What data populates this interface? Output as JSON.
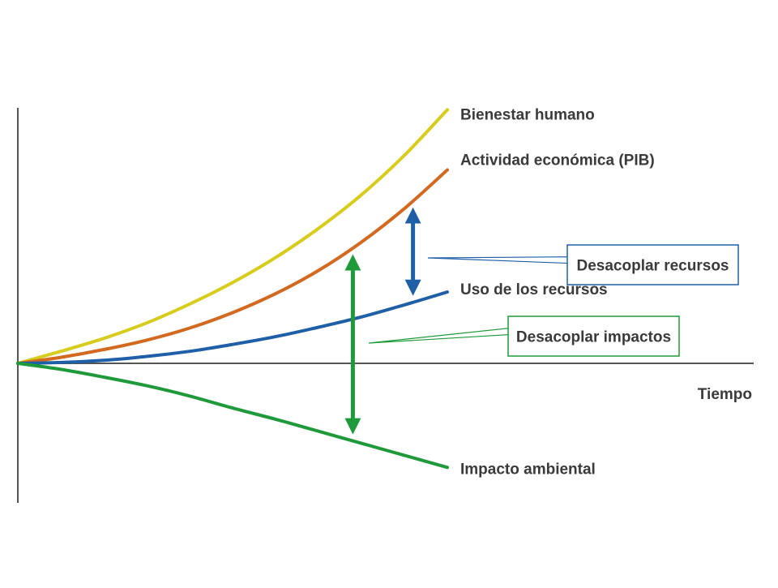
{
  "chart_data": {
    "type": "line",
    "title": "",
    "xlabel": "Tiempo",
    "ylabel": "",
    "grid": false,
    "legend": "labels at line ends",
    "axes_style": "y-axis with horizontal time axis through the common origin",
    "xlim": [
      0,
      10
    ],
    "ylim": [
      -3,
      5
    ],
    "x": [
      0,
      1,
      2,
      3,
      4,
      5,
      6,
      7,
      8,
      9,
      10
    ],
    "series": [
      {
        "name": "Bienestar humano",
        "color": "#d7cc1b",
        "values": [
          0,
          0.28,
          0.58,
          0.94,
          1.38,
          1.88,
          2.46,
          3.14,
          3.92,
          4.84,
          5.9
        ]
      },
      {
        "name": "Actividad económica (PIB)",
        "color": "#d2691e",
        "values": [
          0,
          0.14,
          0.32,
          0.54,
          0.82,
          1.18,
          1.62,
          2.16,
          2.82,
          3.6,
          4.5
        ]
      },
      {
        "name": "Uso de los recursos",
        "color": "#1f5fa8",
        "values": [
          0,
          0.02,
          0.07,
          0.16,
          0.28,
          0.44,
          0.62,
          0.84,
          1.08,
          1.36,
          1.66
        ]
      },
      {
        "name": "Impacto ambiental",
        "color": "#1f9a3a",
        "values": [
          0,
          -0.14,
          -0.32,
          -0.52,
          -0.76,
          -1.04,
          -1.3,
          -1.58,
          -1.86,
          -2.14,
          -2.42
        ]
      }
    ],
    "annotations": [
      {
        "label": "Desacoplar recursos",
        "type": "double-arrow",
        "between": [
          "Actividad económica (PIB)",
          "Uso de los recursos"
        ],
        "at_x": 9.2,
        "color": "#1f5fa8"
      },
      {
        "label": "Desacoplar impactos",
        "type": "double-arrow",
        "between": [
          "Actividad económica (PIB)",
          "Impacto ambiental"
        ],
        "at_x": 7.8,
        "color": "#1f9a3a"
      }
    ]
  }
}
